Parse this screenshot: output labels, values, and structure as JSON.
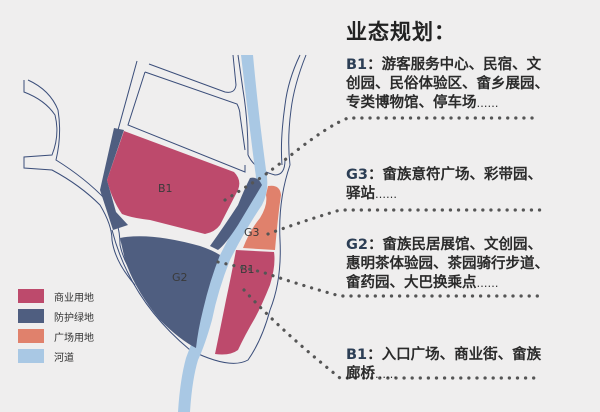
{
  "title": "业态规划：",
  "colors": {
    "commercial": "#bd4a6c",
    "green_buffer": "#4f5e80",
    "plaza": "#e0816c",
    "river": "#a9c8e4",
    "road_line": "#3b4e7a",
    "dots": "#555555",
    "background": "#efeeee"
  },
  "map": {
    "labels": {
      "b1_north": "B1",
      "g3": "G3",
      "g2": "G2",
      "b1_south": "B1"
    }
  },
  "legend": {
    "items": [
      {
        "label": "商业用地",
        "color": "#bd4a6c"
      },
      {
        "label": "防护绿地",
        "color": "#4f5e80"
      },
      {
        "label": "广场用地",
        "color": "#e0816c"
      },
      {
        "label": "河道",
        "color": "#a9c8e4"
      }
    ]
  },
  "blocks": [
    {
      "code": "B1",
      "lines": [
        "游客服务中心、民宿、文",
        "创园、民俗体验区、畲乡展园、",
        "专类博物馆、停车场"
      ],
      "ellipsis": "……"
    },
    {
      "code": "G3",
      "lines": [
        "畲族意符广场、彩带园、",
        "驿站"
      ],
      "ellipsis": "……"
    },
    {
      "code": "G2",
      "lines": [
        "畲族民居展馆、文创园、",
        "惠明茶体验园、茶园骑行步道、",
        "畲药园、大巴换乘点"
      ],
      "ellipsis": "……"
    },
    {
      "code": "B1",
      "lines": [
        "入口广场、商业街、畲族",
        "廊桥"
      ],
      "ellipsis": "……"
    }
  ],
  "separator": "："
}
